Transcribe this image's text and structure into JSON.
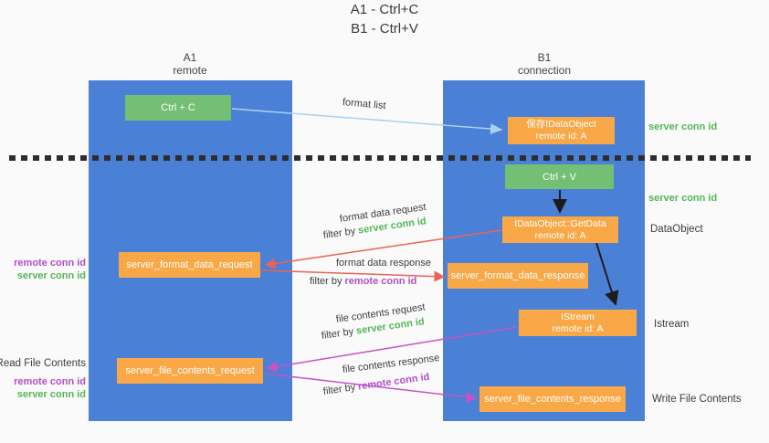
{
  "title": {
    "line1": "A1 - Ctrl+C",
    "line2": "B1 - Ctrl+V"
  },
  "columns": {
    "a1": {
      "title": "A1",
      "subtitle": "remote"
    },
    "b1": {
      "title": "B1",
      "subtitle": "connection"
    }
  },
  "nodes": {
    "ctrl_c": {
      "label": "Ctrl + C"
    },
    "save_dataobject": {
      "line1": "保存IDataObject",
      "line2": "remote id: A"
    },
    "ctrl_v": {
      "label": "Ctrl + V"
    },
    "getdata": {
      "line1": "IDataObject::GetData",
      "line2": "remote id: A"
    },
    "format_request": {
      "label": "server_format_data_request"
    },
    "format_response": {
      "label": "server_format_data_response"
    },
    "istream": {
      "line1": "IStream",
      "line2": "remote id: A"
    },
    "file_request": {
      "label": "server_file_contents_request"
    },
    "file_response": {
      "label": "server_file_contents_response"
    }
  },
  "edge_labels": {
    "format_list": "format list",
    "format_data_request": {
      "line1": "format data request",
      "prefix": "filter by ",
      "key": "server conn id"
    },
    "format_data_response": {
      "line1": "format data response",
      "prefix": "filter by ",
      "key": "remote conn id"
    },
    "file_contents_request": {
      "line1": "file contents request",
      "prefix": "filter by ",
      "key": "server conn id"
    },
    "file_contents_response": {
      "line1": "file contents response",
      "prefix": "filter by ",
      "key": "remote conn id"
    }
  },
  "side_labels": {
    "right_server_conn_top": "server conn id",
    "right_server_conn_mid": "server conn id",
    "right_dataobject": "DataObject",
    "right_istream": "Istream",
    "right_write_file": "Write File Contents",
    "left_remote_conn_top": "remote conn id",
    "left_server_conn_top": "server conn id",
    "left_read_file": "Read File Contents",
    "left_remote_conn_bottom": "remote conn id",
    "left_server_conn_bottom": "server conn id"
  },
  "colors": {
    "background": "#fafafa",
    "column_blue": "#4a80d6",
    "node_green": "#73bf74",
    "node_orange": "#f8a846",
    "accent_green": "#53b656",
    "accent_purple": "#b14fc6",
    "arrow_red": "#e96356",
    "arrow_magenta": "#c653c6",
    "arrow_lightblue": "#a8d2f0",
    "arrow_black": "#1c1c1c"
  }
}
